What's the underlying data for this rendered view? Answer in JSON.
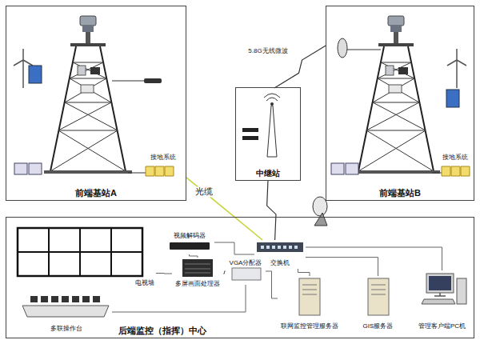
{
  "diagram": {
    "nodes": [
      {
        "text": [
          "前端基站A"
        ]
      },
      {
        "text": [
          "中继站"
        ]
      },
      {
        "text": [
          "前端基站B"
        ]
      },
      {
        "text": [
          "后端监控（指挥）中心"
        ]
      },
      {
        "text": [
          "电视墙"
        ],
        "in": 3
      },
      {
        "text": [
          "多联操作台"
        ],
        "in": 3
      },
      {
        "text": [
          "视频解码器"
        ],
        "in": 3
      },
      {
        "text": [
          "多屏画面处理器"
        ],
        "in": 3
      },
      {
        "text": [
          "VGA分配器"
        ],
        "in": 3
      },
      {
        "text": [
          "交换机"
        ],
        "in": 3
      },
      {
        "text": [
          "联网监控管理服务器"
        ],
        "in": 3
      },
      {
        "text": [
          "GIS服务器"
        ],
        "in": 3
      },
      {
        "text": [
          "管理客户端PC机"
        ],
        "in": 3
      }
    ],
    "edges": [
      {
        "from": 0,
        "to": 9,
        "arrow": "none",
        "label": "光缆"
      },
      {
        "from": 2,
        "to": 1,
        "arrow": "none",
        "label": "5.8G无线微波"
      },
      {
        "from": 1,
        "to": 9,
        "arrow": "none"
      },
      {
        "from": 9,
        "to": 6,
        "arrow": "none"
      },
      {
        "from": 6,
        "to": 7,
        "arrow": "none"
      },
      {
        "from": 7,
        "to": 4,
        "arrow": "none"
      },
      {
        "from": 8,
        "to": 7,
        "arrow": "none"
      },
      {
        "from": 8,
        "to": 5,
        "arrow": "none"
      },
      {
        "from": 9,
        "to": 10,
        "arrow": "none"
      },
      {
        "from": 8,
        "to": 10,
        "arrow": "none"
      },
      {
        "from": 9,
        "to": 11,
        "arrow": "none"
      },
      {
        "from": 9,
        "to": 12,
        "arrow": "none"
      }
    ],
    "labels": [
      "接地系统",
      "接地系统"
    ]
  }
}
